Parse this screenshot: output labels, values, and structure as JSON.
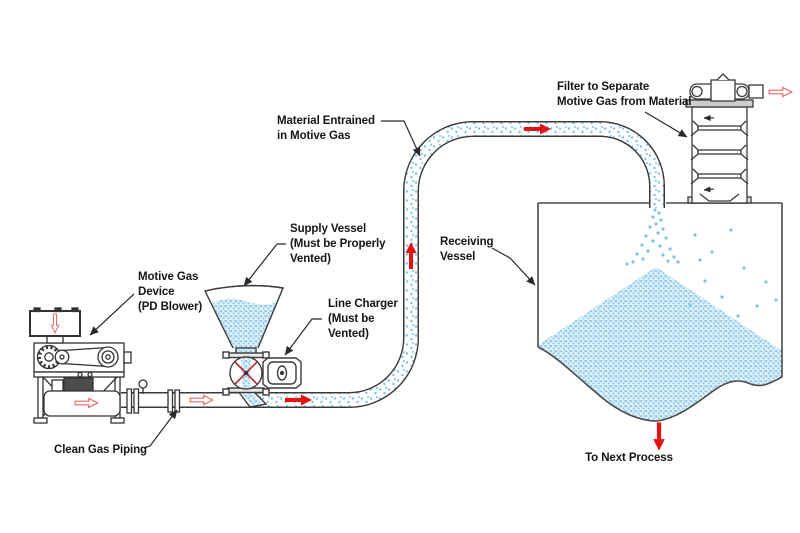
{
  "diagram": {
    "labels": {
      "motive_gas_device": {
        "lines": [
          "Motive Gas",
          "Device",
          "(PD Blower)"
        ]
      },
      "clean_gas_piping": {
        "text": "Clean Gas Piping"
      },
      "supply_vessel": {
        "lines": [
          "Supply Vessel",
          "(Must be Properly",
          "Vented)"
        ]
      },
      "line_charger": {
        "lines": [
          "Line Charger",
          "(Must be",
          "Vented)"
        ]
      },
      "material_entrained": {
        "lines": [
          "Material Entrained",
          "in Motive Gas"
        ]
      },
      "receiving_vessel": {
        "lines": [
          "Receiving",
          "Vessel"
        ]
      },
      "filter": {
        "lines": [
          "Filter to Separate",
          "Motive Gas from Material"
        ]
      },
      "to_next_process": {
        "text": "To Next Process"
      }
    },
    "colors": {
      "line": "#3a3a3a",
      "material_dot": "#7fc2e9",
      "material_bg": "#e8f4fc",
      "arrow_red": "#e51212",
      "arrow_outline_red": "#e66a6a",
      "text": "#151515"
    }
  }
}
